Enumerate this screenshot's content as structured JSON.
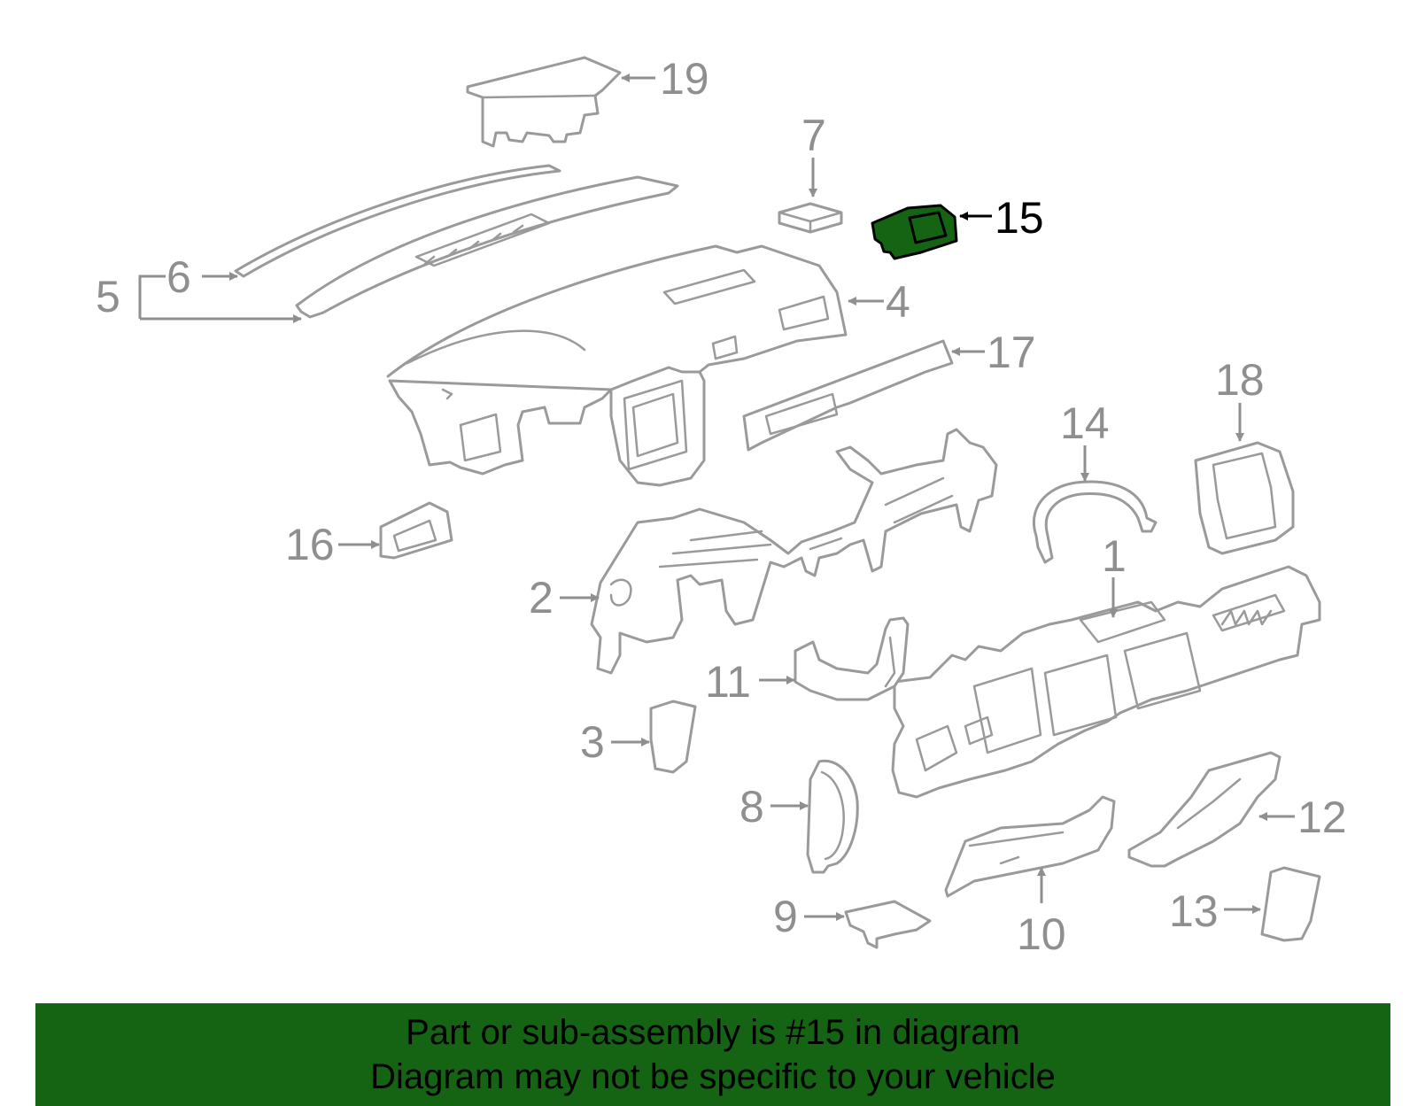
{
  "diagram": {
    "callouts": [
      {
        "num": "1"
      },
      {
        "num": "2"
      },
      {
        "num": "3"
      },
      {
        "num": "4"
      },
      {
        "num": "5"
      },
      {
        "num": "6"
      },
      {
        "num": "7"
      },
      {
        "num": "8"
      },
      {
        "num": "9"
      },
      {
        "num": "10"
      },
      {
        "num": "11"
      },
      {
        "num": "12"
      },
      {
        "num": "13"
      },
      {
        "num": "14"
      },
      {
        "num": "15"
      },
      {
        "num": "16"
      },
      {
        "num": "17"
      },
      {
        "num": "18"
      },
      {
        "num": "19"
      }
    ],
    "highlighted_callout": "15",
    "highlight_color": "#146414",
    "line_color": "#9a9a9a"
  },
  "footer": {
    "line1": "Part or sub-assembly is #15 in diagram",
    "line2": "Diagram may not be specific to your vehicle",
    "background_color": "#146414"
  }
}
